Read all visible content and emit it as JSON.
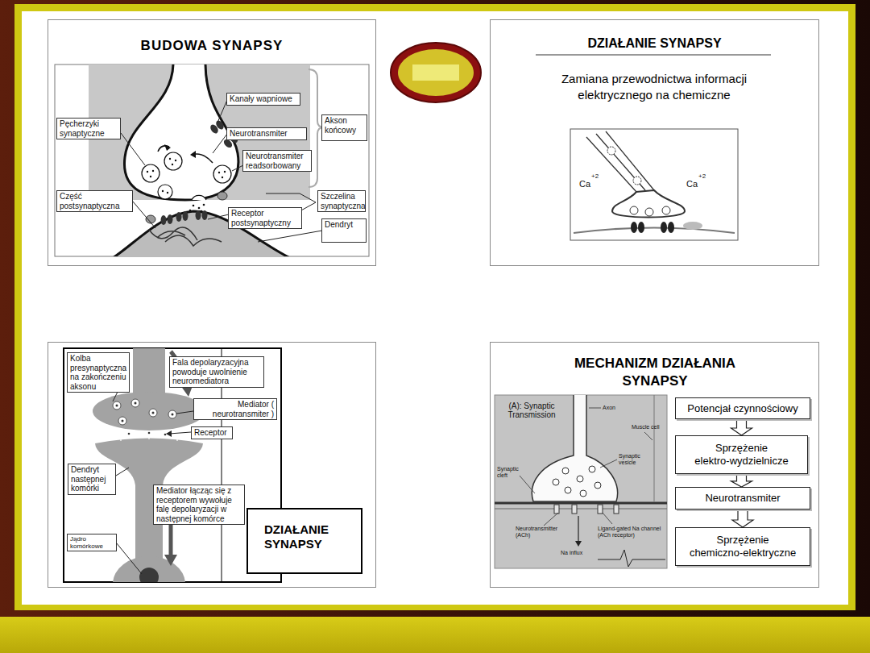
{
  "diagram": {
    "nodes": [
      {
        "text": [
          "BUDOWA SYNAPSY"
        ]
      },
      {
        "text": [
          "Kanały wapniowe"
        ],
        "in": 0
      },
      {
        "text": [
          "Pęcherzyki synaptyczne"
        ],
        "in": 0
      },
      {
        "text": [
          "Neurotransmiter"
        ],
        "in": 0
      },
      {
        "text": [
          "Akson końcowy"
        ],
        "in": 0
      },
      {
        "text": [
          "Neurotransmiter readsorbowany"
        ],
        "in": 0
      },
      {
        "text": [
          "Część postsynaptyczna"
        ],
        "in": 0
      },
      {
        "text": [
          "Szczelina synaptyczna"
        ],
        "in": 0
      },
      {
        "text": [
          "Receptor postsynaptyczny"
        ],
        "in": 0
      },
      {
        "text": [
          "Dendryt"
        ],
        "in": 0
      },
      {
        "text": [
          "DZIAŁANIE SYNAPSY",
          "Zamiana przewodnictwa informacji elektrycznego na chemiczne"
        ]
      },
      {
        "text": [
          "Kolba presynaptyczna na zakończeniu aksonu"
        ]
      },
      {
        "text": [
          "Fala depolaryzacyjna powoduje uwolnienie neuromediatora"
        ]
      },
      {
        "text": [
          "Mediator ( neurotransmiter )"
        ]
      },
      {
        "text": [
          "Receptor"
        ]
      },
      {
        "text": [
          "Dendryt następnej komórki"
        ]
      },
      {
        "text": [
          "Mediator łącząc się z receptorem wywołuje falę depolaryzacji w następnej komórce"
        ]
      },
      {
        "text": [
          "DZIAŁANIE SYNAPSY"
        ]
      },
      {
        "text": [
          "Jądro komórkowe"
        ]
      },
      {
        "text": [
          "MECHANIZM DZIAŁANIA SYNAPSY"
        ]
      },
      {
        "text": [
          "Potencjał czynnościowy"
        ],
        "in": 19
      },
      {
        "text": [
          "Sprzężenie elektro-wydzielnicze"
        ],
        "in": 19
      },
      {
        "text": [
          "Neurotransmiter"
        ],
        "in": 19
      },
      {
        "text": [
          "Sprzężenie chemiczno-elektryczne"
        ],
        "in": 19
      }
    ],
    "edges": [
      {
        "from": 20,
        "to": 21,
        "arrow": "to"
      },
      {
        "from": 21,
        "to": 22,
        "arrow": "to"
      },
      {
        "from": 22,
        "to": 23,
        "arrow": "to"
      }
    ],
    "labels": [
      "Ca",
      "+2",
      "Ca",
      "+2",
      "(A): Synaptic Transmission",
      "Axon",
      "Muscle cell",
      "Synaptic vesicle",
      "Synaptic cleft",
      "Neurotransmitter (ACh)",
      "Ligand-gated Na channel (ACh receptor)",
      "Na influx"
    ]
  }
}
